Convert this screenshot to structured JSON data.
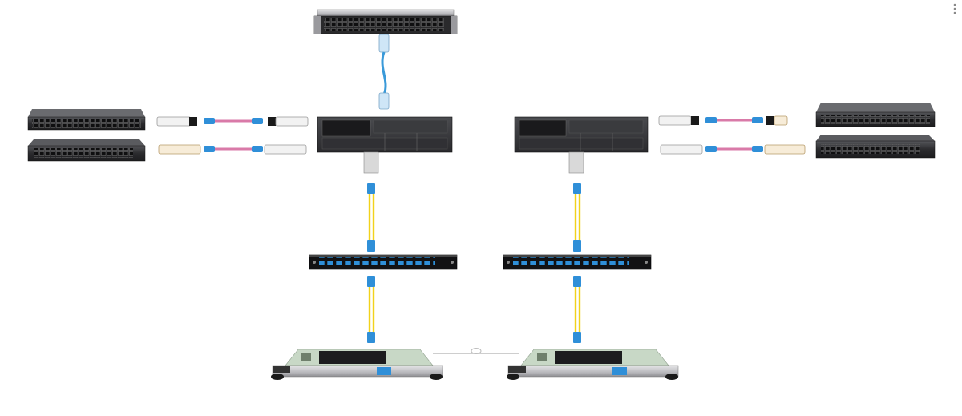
{
  "diagram": {
    "devices": [
      {
        "id": "server",
        "kind": "rack-server"
      },
      {
        "id": "switch-left-top",
        "kind": "switch"
      },
      {
        "id": "switch-left-bottom",
        "kind": "switch"
      },
      {
        "id": "switch-right-top",
        "kind": "switch"
      },
      {
        "id": "switch-right-bottom",
        "kind": "switch"
      },
      {
        "id": "chassis-left",
        "kind": "transponder-chassis"
      },
      {
        "id": "chassis-right",
        "kind": "transponder-chassis"
      },
      {
        "id": "mux-left",
        "kind": "dwdm-mux"
      },
      {
        "id": "mux-right",
        "kind": "dwdm-mux"
      },
      {
        "id": "card-left",
        "kind": "line-card"
      },
      {
        "id": "card-right",
        "kind": "line-card"
      }
    ],
    "links": [
      {
        "from": "server",
        "to": "chassis-left",
        "cable": "copper-patch",
        "color": "#3a9ad9"
      },
      {
        "from": "switch-left-top",
        "to": "chassis-left",
        "cable": "aoc",
        "color": "#d97aa8"
      },
      {
        "from": "switch-left-bottom",
        "to": "chassis-left",
        "cable": "aoc",
        "color": "#d97aa8"
      },
      {
        "from": "switch-right-top",
        "to": "chassis-right",
        "cable": "aoc",
        "color": "#d97aa8"
      },
      {
        "from": "switch-right-bottom",
        "to": "chassis-right",
        "cable": "aoc",
        "color": "#d97aa8"
      },
      {
        "from": "chassis-left",
        "to": "mux-left",
        "cable": "fiber-lc",
        "color": "#f2d21b"
      },
      {
        "from": "chassis-right",
        "to": "mux-right",
        "cable": "fiber-lc",
        "color": "#f2d21b"
      },
      {
        "from": "mux-left",
        "to": "card-left",
        "cable": "fiber-lc",
        "color": "#f2d21b"
      },
      {
        "from": "mux-right",
        "to": "card-right",
        "cable": "fiber-lc",
        "color": "#f2d21b"
      },
      {
        "from": "card-left",
        "to": "card-right",
        "cable": "line-fiber",
        "color": "#bdbdbd"
      }
    ],
    "colors": {
      "device_dark": "#2b2b2e",
      "device_silver": "#c9c9cc",
      "fiber_yellow": "#f2d21b",
      "lc_connector_blue": "#2f8fd8",
      "aoc_pink": "#d97aa8",
      "patch_blue": "#3a9ad9"
    },
    "overflow_menu_icon": "more-vertical-icon"
  }
}
